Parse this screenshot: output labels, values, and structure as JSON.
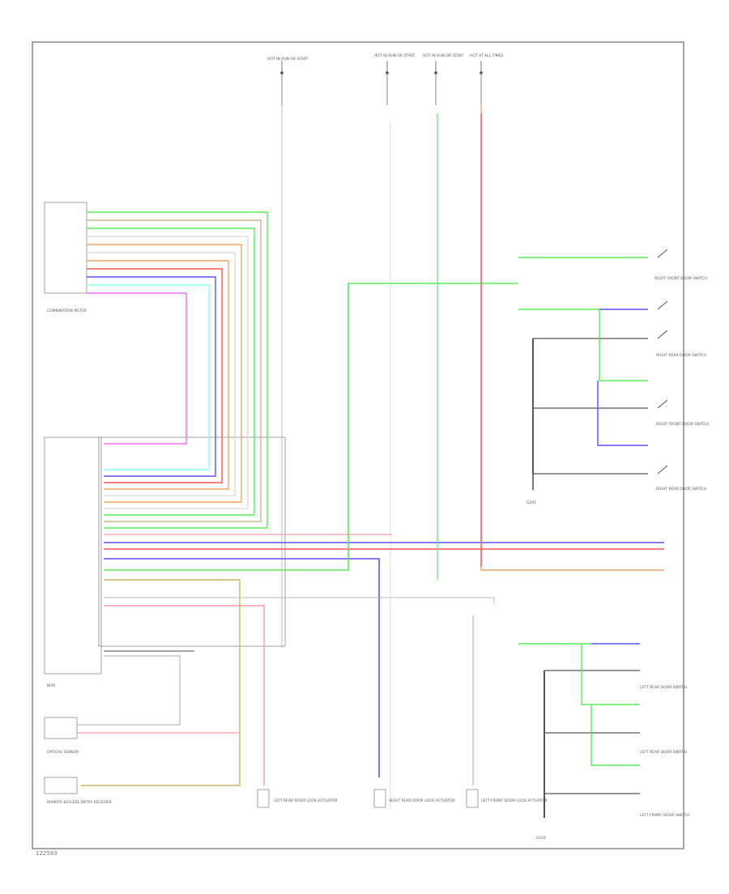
{
  "diagram": {
    "footer_code": "122583",
    "colors": {
      "frame": "#555555",
      "label": "#666666",
      "wire_gray": "#9a9a9a",
      "green": "#55ee55",
      "tan": "#d2b48c",
      "orange": "#f4a460",
      "white": "#dddddd",
      "pink": "#ff9aa2",
      "red": "#ff5555",
      "blue": "#5555ff",
      "light_blue": "#88ffff",
      "magenta": "#ff66ff",
      "dark": "#555555",
      "yellow_tan": "#d4b060"
    },
    "top_fuses": [
      {
        "label": "HOT IN RUN OR START"
      },
      {
        "label": "HOT IN RUN OR START"
      },
      {
        "label": "HOT IN RUN OR START"
      },
      {
        "label": "HOT AT ALL TIMES"
      }
    ],
    "left_module": {
      "label": "COMBINATION METER"
    },
    "right_switches": [
      {
        "label": "RIGHT FRONT DOOR SWITCH"
      },
      {
        "label": "RIGHT REAR DOOR SWITCH"
      },
      {
        "label": "RIGHT FRONT DOOR SWITCH"
      },
      {
        "label": "RIGHT REAR DOOR SWITCH"
      }
    ],
    "lower_right_switches": [
      {
        "label": "LEFT REAR DOOR SWITCH"
      },
      {
        "label": "LEFT REAR DOOR SWITCH"
      },
      {
        "label": "LEFT FRONT DOOR SWITCH"
      }
    ],
    "bottom_actuators": [
      {
        "label": "LEFT REAR DOOR LOCK ACTUATOR"
      },
      {
        "label": "RIGHT REAR DOOR LOCK ACTUATOR"
      },
      {
        "label": "LEFT FRONT DOOR LOCK ACTUATOR"
      }
    ],
    "bcm_label": "BCM",
    "sensor_label": "OPTICAL SENSOR",
    "bottom_left_label": "REMOTE KEYLESS ENTRY RECEIVER",
    "ground_labels": [
      "G201",
      "G101"
    ]
  }
}
